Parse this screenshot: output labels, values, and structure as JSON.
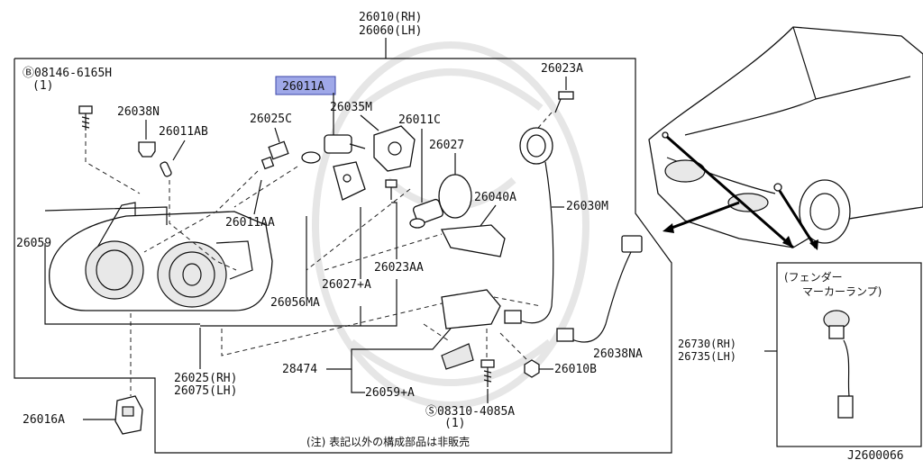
{
  "header": {
    "assembly_rh": "26010(RH)",
    "assembly_lh": "26060(LH)"
  },
  "callouts": {
    "bolt_b": "Ⓑ08146-6165H",
    "bolt_b_qty": "(1)",
    "highlighted_part": "26011A",
    "p26038N": "26038N",
    "p26025C": "26025C",
    "p26035M": "26035M",
    "p26011C": "26011C",
    "p26023A": "26023A",
    "p26011AB": "26011AB",
    "p26027": "26027",
    "p26040A": "26040A",
    "p26030M": "26030M",
    "p26011AA": "26011AA",
    "p26059": "26059",
    "p26023AA": "26023AA",
    "p26027plusA": "26027+A",
    "p26056MA": "26056MA",
    "p26038NA": "26038NA",
    "p26025_rh": "26025(RH)",
    "p26075_lh": "26075(LH)",
    "p28474": "28474",
    "p26059plusA": "26059+A",
    "p26010B": "26010B",
    "screw_s": "Ⓢ08310-4085A",
    "screw_s_qty": "(1)",
    "p26016A": "26016A"
  },
  "fender_box": {
    "title_line1": "(フェンダー",
    "title_line2": "マーカーランプ)",
    "part_rh": "26730(RH)",
    "part_lh": "26735(LH)"
  },
  "footer": {
    "note": "(注) 表記以外の構成部品は非販売",
    "diagram_id": "J2600066"
  },
  "colors": {
    "highlight": "#9fa8e8",
    "line": "#111111",
    "watermark": "#e6e6e6"
  }
}
